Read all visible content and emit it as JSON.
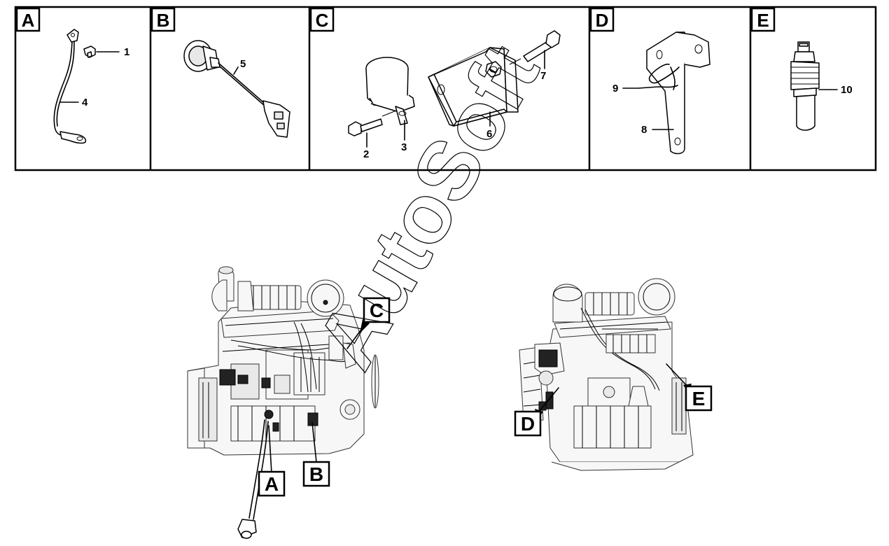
{
  "panels": [
    {
      "letter": "A",
      "callouts": [
        "1",
        "4"
      ]
    },
    {
      "letter": "B",
      "callouts": [
        "5"
      ]
    },
    {
      "letter": "C",
      "callouts": [
        "7",
        "2",
        "3",
        "6"
      ]
    },
    {
      "letter": "D",
      "callouts": [
        "9",
        "8"
      ]
    },
    {
      "letter": "E",
      "callouts": [
        "10"
      ]
    }
  ],
  "engine_callouts": [
    "A",
    "B",
    "C",
    "D",
    "E"
  ],
  "watermark": "AutoSoft"
}
